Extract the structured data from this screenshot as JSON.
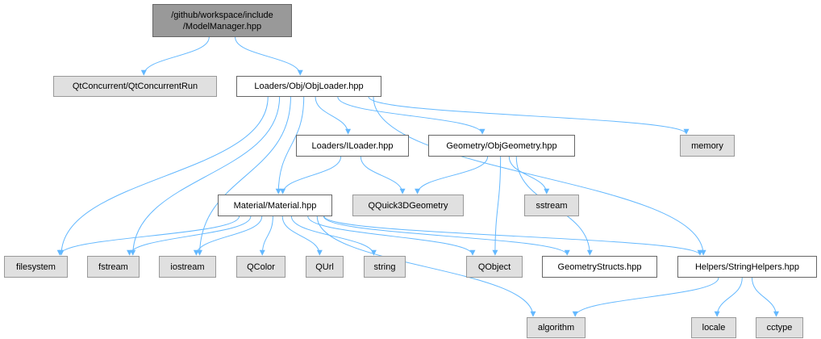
{
  "colors": {
    "edge": "#63b8ff",
    "root_fill": "#999999",
    "external_fill": "#e0e0e0",
    "document_fill": "#ffffff"
  },
  "nodes": {
    "root": {
      "label": "/github/workspace/include\n/ModelManager.hpp",
      "kind": "root"
    },
    "qtconcurrent": {
      "label": "QtConcurrent/QtConcurrentRun",
      "kind": "ext"
    },
    "objloader": {
      "label": "Loaders/Obj/ObjLoader.hpp",
      "kind": "doc"
    },
    "iloader": {
      "label": "Loaders/ILoader.hpp",
      "kind": "doc"
    },
    "objgeometry": {
      "label": "Geometry/ObjGeometry.hpp",
      "kind": "doc"
    },
    "memory": {
      "label": "memory",
      "kind": "ext"
    },
    "material": {
      "label": "Material/Material.hpp",
      "kind": "doc"
    },
    "qquick3d": {
      "label": "QQuick3DGeometry",
      "kind": "ext"
    },
    "sstream": {
      "label": "sstream",
      "kind": "ext"
    },
    "filesystem": {
      "label": "filesystem",
      "kind": "ext"
    },
    "fstream": {
      "label": "fstream",
      "kind": "ext"
    },
    "iostream": {
      "label": "iostream",
      "kind": "ext"
    },
    "qcolor": {
      "label": "QColor",
      "kind": "ext"
    },
    "qurl": {
      "label": "QUrl",
      "kind": "ext"
    },
    "string": {
      "label": "string",
      "kind": "ext"
    },
    "qobject": {
      "label": "QObject",
      "kind": "ext"
    },
    "geometrystructs": {
      "label": "GeometryStructs.hpp",
      "kind": "doc"
    },
    "stringhelpers": {
      "label": "Helpers/StringHelpers.hpp",
      "kind": "doc"
    },
    "algorithm": {
      "label": "algorithm",
      "kind": "ext"
    },
    "locale": {
      "label": "locale",
      "kind": "ext"
    },
    "cctype": {
      "label": "cctype",
      "kind": "ext"
    }
  },
  "edges": [
    [
      "root",
      "qtconcurrent"
    ],
    [
      "root",
      "objloader"
    ],
    [
      "objloader",
      "filesystem"
    ],
    [
      "objloader",
      "fstream"
    ],
    [
      "objloader",
      "iostream"
    ],
    [
      "objloader",
      "material"
    ],
    [
      "objloader",
      "iloader"
    ],
    [
      "objloader",
      "objgeometry"
    ],
    [
      "objloader",
      "memory"
    ],
    [
      "objloader",
      "stringhelpers"
    ],
    [
      "iloader",
      "material"
    ],
    [
      "iloader",
      "qquick3d"
    ],
    [
      "objgeometry",
      "qquick3d"
    ],
    [
      "objgeometry",
      "qobject"
    ],
    [
      "objgeometry",
      "sstream"
    ],
    [
      "objgeometry",
      "geometrystructs"
    ],
    [
      "material",
      "filesystem"
    ],
    [
      "material",
      "fstream"
    ],
    [
      "material",
      "iostream"
    ],
    [
      "material",
      "qcolor"
    ],
    [
      "material",
      "qurl"
    ],
    [
      "material",
      "string"
    ],
    [
      "material",
      "qobject"
    ],
    [
      "material",
      "geometrystructs"
    ],
    [
      "material",
      "stringhelpers"
    ],
    [
      "material",
      "algorithm"
    ],
    [
      "stringhelpers",
      "algorithm"
    ],
    [
      "stringhelpers",
      "locale"
    ],
    [
      "stringhelpers",
      "cctype"
    ]
  ]
}
